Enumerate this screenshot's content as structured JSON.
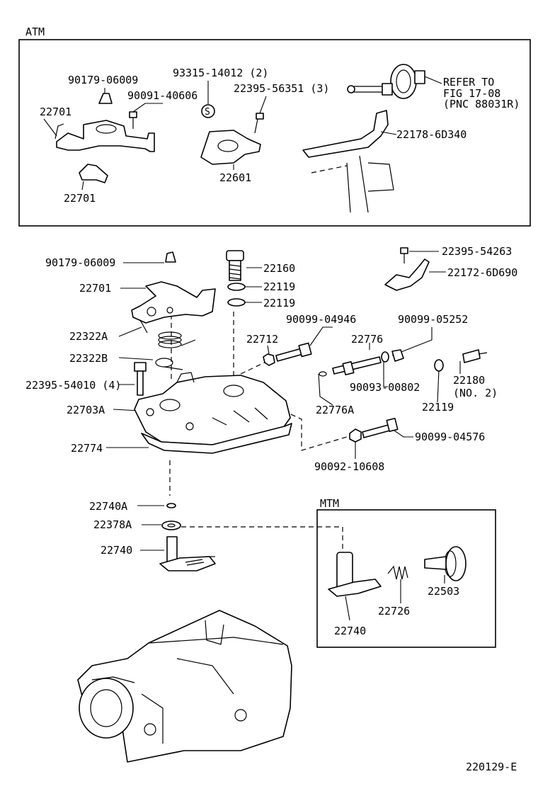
{
  "sections": {
    "atm": "ATM",
    "mtm": "MTM"
  },
  "labels": {
    "l1": "90179-06009",
    "l2": "93315-14012 (2)",
    "l3": "90091-40606",
    "l4": "22395-56351 (3)",
    "l5": "22701",
    "l6": "22701",
    "l7": "22601",
    "l8": "REFER TO",
    "l9": "FIG 17-08",
    "l10": "(PNC 88031R)",
    "l11": "22178-6D340",
    "l12": "90179-06009",
    "l13": "22160",
    "l14": "22701",
    "l15": "22119",
    "l16": "22119",
    "l17": "22395-54263",
    "l18": "22172-6D690",
    "l19": "90099-04946",
    "l20": "90099-05252",
    "l21": "22322A",
    "l22": "22712",
    "l23": "22776",
    "l24": "22322B",
    "l25": "22395-54010 (4)",
    "l26": "90093-00802",
    "l27": "22180",
    "l28": "(NO. 2)",
    "l29": "22703A",
    "l30": "22776A",
    "l31": "22119",
    "l32": "90099-04576",
    "l33": "22774",
    "l34": "90092-10608",
    "l35": "22740A",
    "l36": "22378A",
    "l37": "22740",
    "l38": "22503",
    "l39": "22726",
    "l40": "22740",
    "code": "220129-E"
  },
  "symbols": {
    "circle_s": "S"
  },
  "icons": [
    "throttle-lever-icon",
    "nut-icon",
    "bolt-icon",
    "bracket-icon",
    "diaphragm-actuator-icon",
    "link-rod-icon",
    "governor-cover-icon",
    "spring-icon",
    "gasket-icon",
    "adjusting-screw-icon",
    "solenoid-icon",
    "injection-pump-icon"
  ]
}
